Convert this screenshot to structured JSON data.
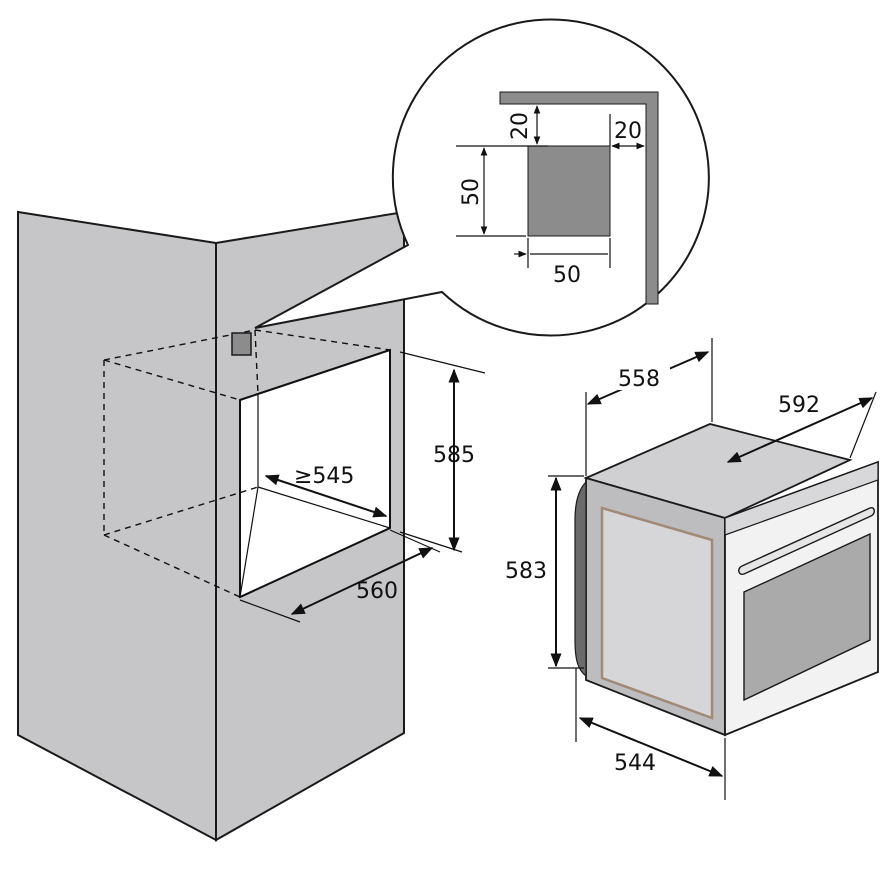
{
  "colors": {
    "cabinet_fill": "#c6c6c8",
    "cabinet_stroke": "#1a1a1a",
    "vent_fill": "#8c8c8c",
    "oven_top": "#d0d0d2",
    "oven_side": "#bdbdbf",
    "oven_front": "#f2f2f2",
    "oven_window": "#aaaaaa",
    "detail_wall": "#8c8c8c"
  },
  "detail": {
    "vent_height": "50",
    "vent_width": "50",
    "gap_top": "20",
    "gap_side": "20"
  },
  "cabinet": {
    "niche_height": "585",
    "niche_width": "560",
    "niche_depth": "≥545"
  },
  "oven": {
    "depth_body": "558",
    "width_front": "592",
    "height": "583",
    "depth_total": "544"
  }
}
